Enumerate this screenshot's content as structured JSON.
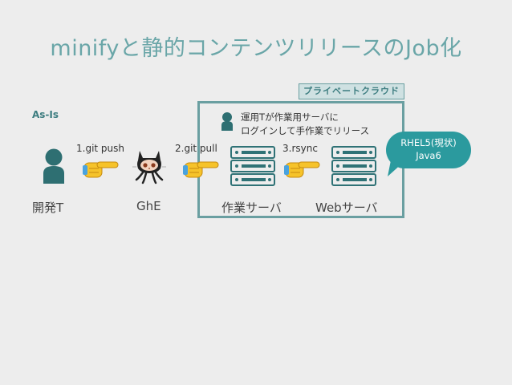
{
  "title": "minifyと静的コンテンツリリースのJob化",
  "cloud_label": "プライベートクラウド",
  "section_label": "As-Is",
  "operator_note": [
    "運用Tが作業用サーバに",
    "ログインして手作業でリリース"
  ],
  "steps": [
    "1.git push",
    "2.git pull",
    "3.rsync"
  ],
  "nodes": [
    "開発T",
    "GhE",
    "作業サーバ",
    "Webサーバ"
  ],
  "bubble": {
    "line1": "RHEL5(現状)",
    "line2": "Java6"
  },
  "colors": {
    "accent": "#6aa6a8",
    "teal": "#2b9a9e",
    "box": "#6a9fa1",
    "person": "#2e6f72",
    "server": "#2f7276"
  }
}
